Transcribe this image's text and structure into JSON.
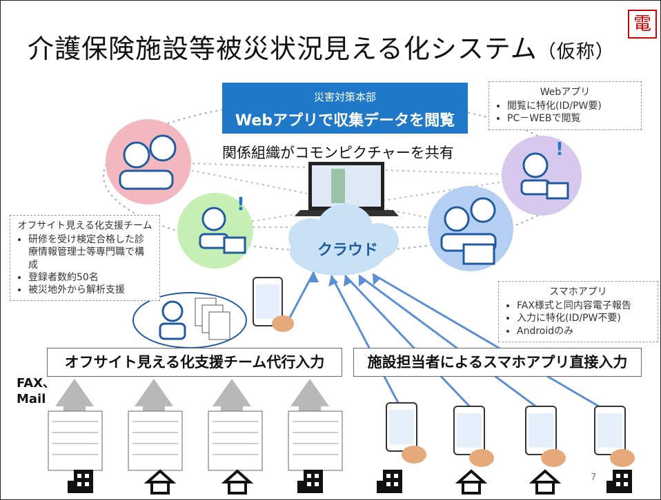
{
  "title": {
    "main": "介護保険施設等被災状況見える化システム",
    "sub": "（仮称）"
  },
  "corner_badge": "電",
  "hq": {
    "line1": "災害対策本部",
    "line2": "Webアプリで収集データを閲覧"
  },
  "share_label": "関係組織がコモンピクチャーを共有",
  "web_note": {
    "title": "Webアプリ",
    "items": [
      "閲覧に特化(ID/PW要)",
      "PC－WEBで閲覧"
    ]
  },
  "offsite_note": {
    "title": "オフサイト見える化支援チーム",
    "items": [
      "研修を受け検定合格した診療情報管理士等専門職で構成",
      "登録者数約50名",
      "被災地外から解析支援"
    ]
  },
  "app_note": {
    "title": "スマホアプリ",
    "items": [
      "FAX様式と同内容電子報告",
      "入力に特化(ID/PW不要)",
      "Androidのみ"
    ]
  },
  "cloud_label": "クラウド",
  "band_left": "オフサイト見える化支援チーム代行入力",
  "band_right": "施設担当者によるスマホアプリ直接入力",
  "fax_label": [
    "FAX、",
    "Mail"
  ],
  "page_number": "7",
  "colors": {
    "hq_blue": "#1f78c8",
    "arrow_blue": "#5b8fd1",
    "cloud": "#c9e1f5"
  }
}
